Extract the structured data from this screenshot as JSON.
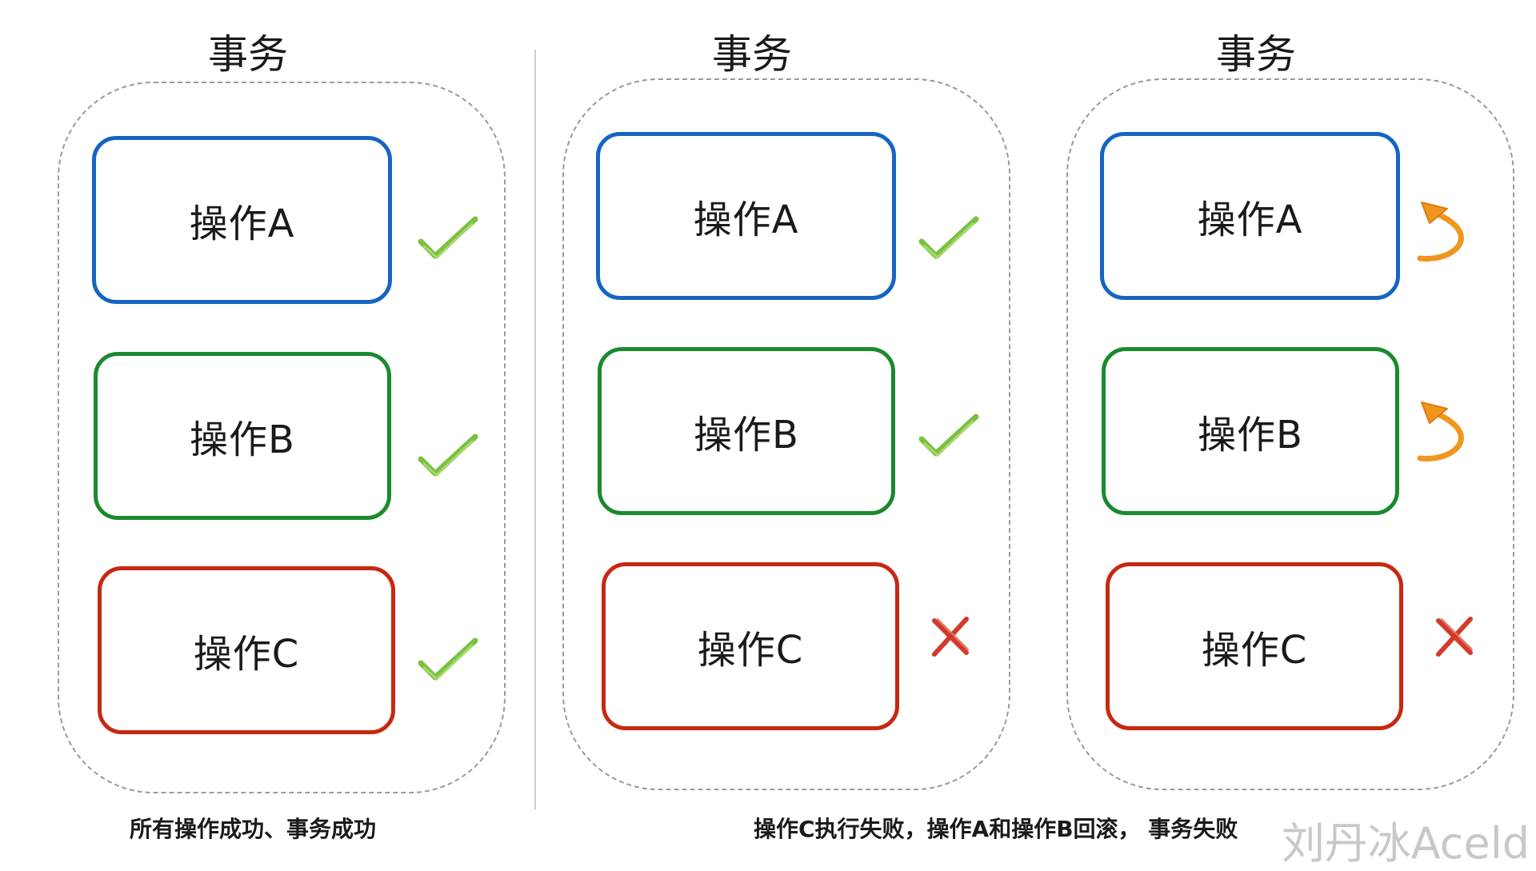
{
  "panels": [
    {
      "title": "事务",
      "operations": [
        {
          "label": "操作A",
          "status": "success"
        },
        {
          "label": "操作B",
          "status": "success"
        },
        {
          "label": "操作C",
          "status": "success"
        }
      ]
    },
    {
      "title": "事务",
      "operations": [
        {
          "label": "操作A",
          "status": "success"
        },
        {
          "label": "操作B",
          "status": "success"
        },
        {
          "label": "操作C",
          "status": "failure"
        }
      ]
    },
    {
      "title": "事务",
      "operations": [
        {
          "label": "操作A",
          "status": "rollback"
        },
        {
          "label": "操作B",
          "status": "rollback"
        },
        {
          "label": "操作C",
          "status": "failure"
        }
      ]
    }
  ],
  "captions": {
    "left": "所有操作成功、事务成功",
    "right": "操作C执行失败，操作A和操作B回滚， 事务失败"
  },
  "watermark": "刘丹冰Aceld",
  "colors": {
    "op_a_border": "#1565c0",
    "op_b_border": "#1a8a2e",
    "op_c_border": "#c62810",
    "check": "#7bc043",
    "cross": "#d33a2a",
    "rollback": "#f0961e"
  },
  "icons": {
    "success": "check-icon",
    "failure": "cross-icon",
    "rollback": "rollback-arrow-icon"
  }
}
